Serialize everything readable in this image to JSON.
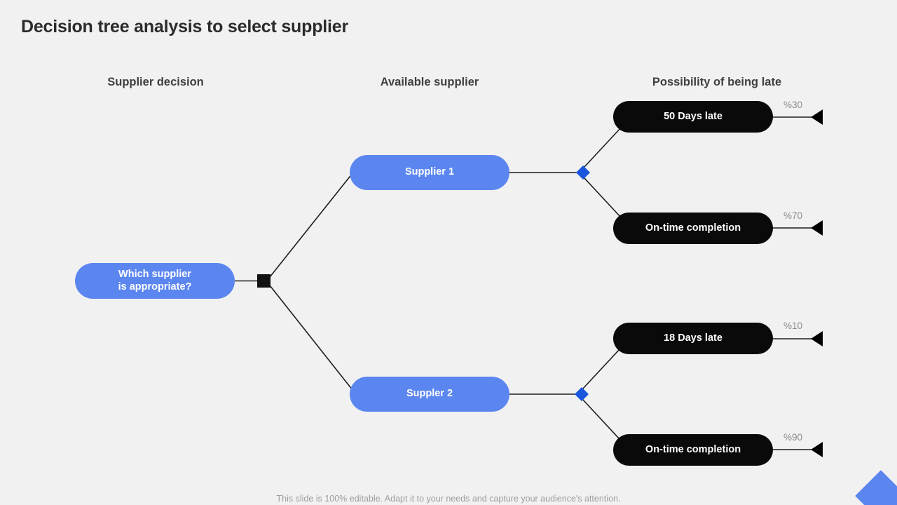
{
  "slide": {
    "title": "Decision tree analysis to select supplier",
    "footer_note": "This slide is 100% editable. Adapt it to your needs and capture your audience's attention.",
    "background_color": "#f1f1f1"
  },
  "colors": {
    "node_blue": "#5b86f0",
    "diamond_blue": "#1a56dd",
    "outcome_black": "#0a0a0a",
    "square_black": "#111111",
    "label_gray": "#8c8c8c",
    "title_dark": "#2b2b2b"
  },
  "columns": [
    {
      "id": "supplier-decision",
      "label": "Supplier decision"
    },
    {
      "id": "available-supplier",
      "label": "Available supplier"
    },
    {
      "id": "possibility-of-being-late",
      "label": "Possibility of being late"
    }
  ],
  "tree": {
    "root": {
      "label": "Which supplier\nis appropriate?",
      "shape": "rounded-pill",
      "color": "#5b86f0"
    },
    "decision_node": {
      "shape": "square",
      "color": "#111111"
    },
    "branches": [
      {
        "id": "supplier-1",
        "label": "Supplier 1",
        "shape": "rounded-pill",
        "color": "#5b86f0",
        "chance_node": {
          "shape": "diamond",
          "color": "#1a56dd"
        },
        "outcomes": [
          {
            "id": "outcome-50-days-late",
            "label": "50 Days late",
            "probability": "%30"
          },
          {
            "id": "outcome-on-time-1",
            "label": "On-time completion",
            "probability": "%70"
          }
        ]
      },
      {
        "id": "supplier-2",
        "label": "Suppler 2",
        "shape": "rounded-pill",
        "color": "#5b86f0",
        "chance_node": {
          "shape": "diamond",
          "color": "#1a56dd"
        },
        "outcomes": [
          {
            "id": "outcome-18-days-late",
            "label": "18 Days late",
            "probability": "%10"
          },
          {
            "id": "outcome-on-time-2",
            "label": "On-time completion",
            "probability": "%90"
          }
        ]
      }
    ]
  },
  "decoration": {
    "corner_diamond_color": "#5b86f0"
  }
}
